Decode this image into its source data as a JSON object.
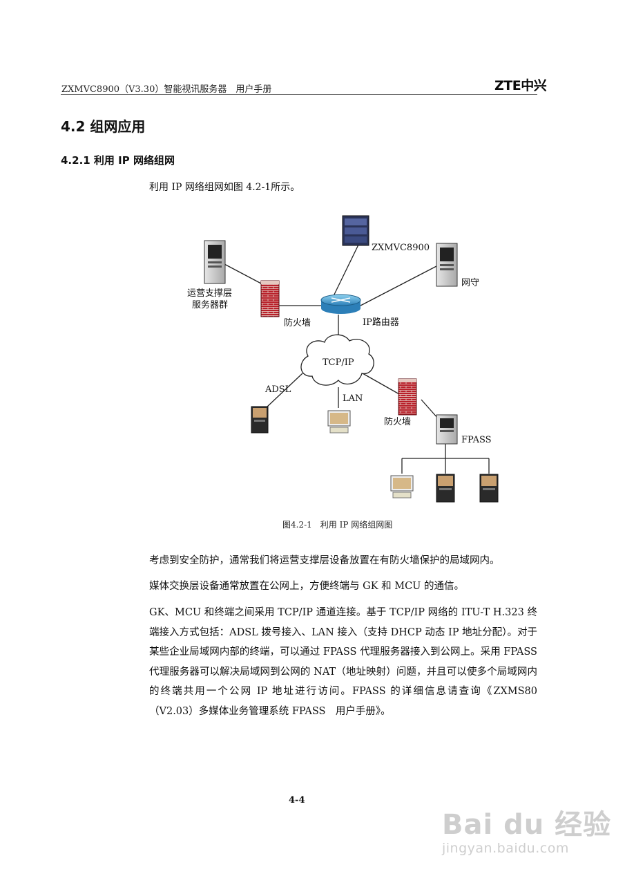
{
  "header": {
    "title": "ZXMVC8900（V3.30）智能视讯服务器　用户手册",
    "logo": "ZTE中兴"
  },
  "section": {
    "heading": "4.2 组网应用",
    "subheading": "4.2.1 利用 IP 网络组网",
    "intro": "利用 IP 网络组网如图 4.2-1所示。"
  },
  "figure": {
    "labels": {
      "zxmvc": "ZXMVC8900",
      "gatekeeper": "网守",
      "ops_server_line1": "运营支撑层",
      "ops_server_line2": "服务器群",
      "firewall_top": "防火墙",
      "router": "IP路由器",
      "cloud": "TCP/IP",
      "adsl": "ADSL",
      "lan": "LAN",
      "firewall_bottom": "防火墙",
      "fpass": "FPASS"
    },
    "caption": "图4.2-1　利用 IP 网络组网图"
  },
  "body": {
    "p1": "考虑到安全防护，通常我们将运营支撑层设备放置在有防火墙保护的局域网内。",
    "p2": "媒体交换层设备通常放置在公网上，方便终端与 GK 和 MCU 的通信。",
    "p3": "GK、MCU 和终端之间采用 TCP/IP 通道连接。基于 TCP/IP 网络的 ITU-T H.323 终端接入方式包括：ADSL 拨号接入、LAN 接入（支持 DHCP 动态 IP 地址分配）。对于某些企业局域网内部的终端，可以通过 FPASS 代理服务器接入到公网上。采用 FPASS 代理服务器可以解决局域网到公网的 NAT（地址映射）问题，并且可以使多个局域网内的终端共用一个公网 IP 地址进行访问。FPASS 的详细信息请查询《ZXMS80（V2.03）多媒体业务管理系统 FPASS　用户手册》。"
  },
  "page_number": "4-4",
  "watermark": {
    "main": "Bai du 经验",
    "url": "jingyan.baidu.com"
  }
}
